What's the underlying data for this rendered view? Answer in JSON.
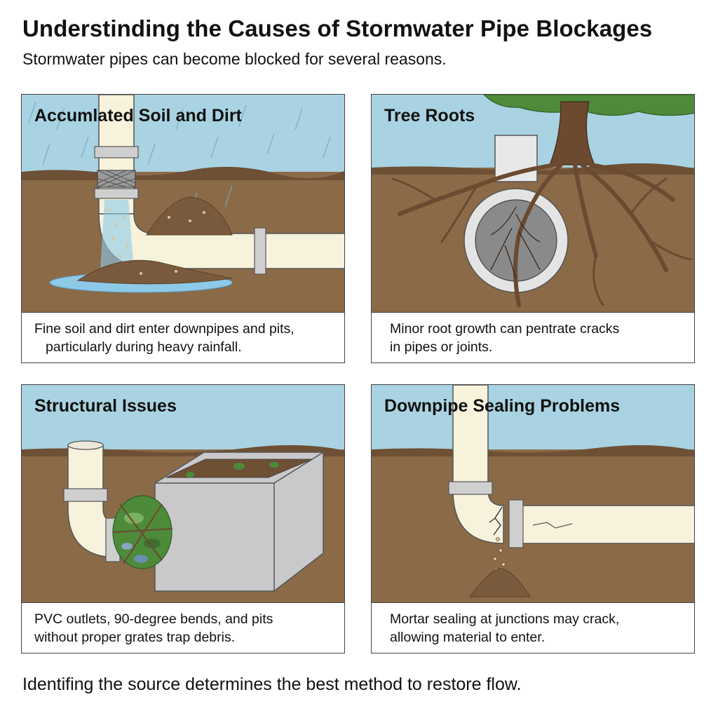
{
  "header": {
    "title": "Understinding the Causes of Stormwater Pipe Blockages",
    "subtitle": "Stormwater pipes can become blocked for several reasons."
  },
  "panels": [
    {
      "title": "Accumlated Soil and Dirt",
      "caption_lines": [
        "Fine soil and dirt enter downpipes and pits,",
        "particularly during heavy rainfall."
      ]
    },
    {
      "title": "Tree Roots",
      "caption_lines": [
        "Minor root growth can pentrate cracks",
        "in pipes or joints."
      ]
    },
    {
      "title": "Structural Issues",
      "caption_lines": [
        "PVC outlets, 90-degree bends, and pits",
        "without proper grates trap debris."
      ]
    },
    {
      "title": "Downpipe Sealing Problems",
      "caption_lines": [
        "Mortar sealing at junctions may crack,",
        "allowing material to enter."
      ]
    }
  ],
  "footer": {
    "text": "Identifing the source determines the best method to restore flow."
  },
  "colors": {
    "sky": "#a9d3e2",
    "soil": "#8b6a48",
    "pipe": "#f6f2dc",
    "collar": "#cfcfcf",
    "water": "#8ec9e8",
    "foliage": "#4d8a3a",
    "bark": "#6b4a30",
    "concrete": "#c9c9cb"
  }
}
